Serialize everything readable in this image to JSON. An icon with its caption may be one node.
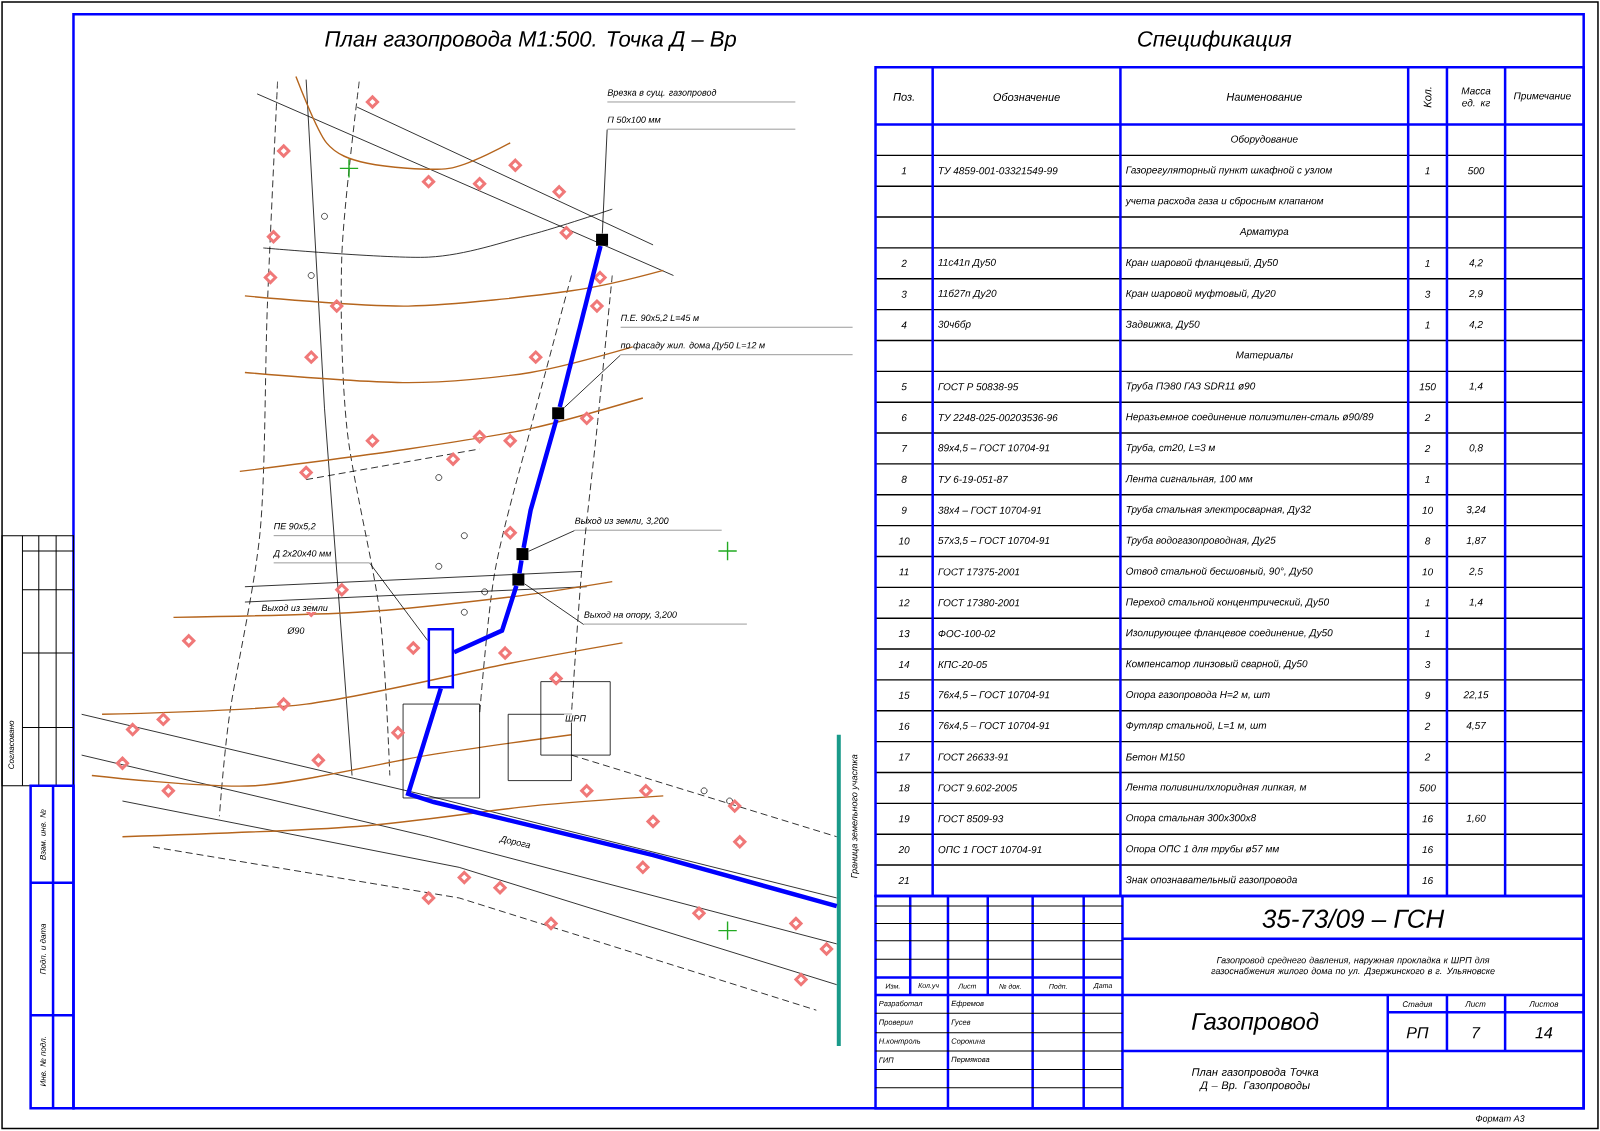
{
  "diagram": {
    "title": "План газопровода М1:500. Точка Д – Вр",
    "nodes": [
      {
        "text": [
          "Врезка в сущ. газопровод",
          "П 50х100 мм"
        ]
      },
      {
        "text": [],
        "shape": "box"
      },
      {
        "text": [
          "П.Е. 90х5,2 L=45 м",
          "по фасаду жил. дома Ду50 L=12 м"
        ]
      },
      {
        "text": [],
        "shape": "box"
      },
      {
        "text": [
          "Выход из земли, 3,200"
        ]
      },
      {
        "text": [],
        "shape": "box"
      },
      {
        "text": [
          "Выход на опору, 3,200"
        ]
      },
      {
        "text": [],
        "shape": "box"
      },
      {
        "text": [
          "ПЕ 90х5,2",
          "Д 2х20х40 мм"
        ]
      },
      {
        "text": [],
        "shape": "box"
      }
    ],
    "edges": [
      {
        "from": 0,
        "to": 1,
        "arrow": "none"
      },
      {
        "from": 2,
        "to": 3,
        "arrow": "none"
      },
      {
        "from": 4,
        "to": 5,
        "arrow": "none"
      },
      {
        "from": 6,
        "to": 7,
        "arrow": "none"
      },
      {
        "from": 8,
        "to": 9,
        "arrow": "none"
      },
      {
        "from": 1,
        "to": 3,
        "arrow": "none",
        "style": "thick",
        "color": "#0000ff"
      },
      {
        "from": 3,
        "to": 5,
        "arrow": "none",
        "style": "thick",
        "color": "#0000ff"
      },
      {
        "from": 5,
        "to": 7,
        "arrow": "none",
        "style": "thick",
        "color": "#0000ff"
      },
      {
        "from": 7,
        "to": 9,
        "arrow": "none",
        "style": "thick",
        "color": "#0000ff"
      },
      {
        "from": 9,
        "to": null,
        "arrow": "none",
        "style": "thick",
        "color": "#0000ff"
      }
    ],
    "labels": [
      "Спецификация",
      "Выход из земли",
      "Ø90",
      "ШРП",
      "Дорога",
      "Граница земельного участка",
      "Поз.",
      "Обозначение",
      "Наименование",
      "Кол.",
      "Масса ед. кг",
      "Примечание",
      "Оборудование",
      "1",
      "ТУ 4859-001-03321549-99",
      "Газорегуляторный пункт шкафной с узлом",
      "1",
      "500",
      "учета расхода газа и сбросным клапаном",
      "Арматура",
      "2",
      "11с41п Ду50",
      "Кран шаровой фланцевый, Ду50",
      "1",
      "4,2",
      "3",
      "11б27п Ду20",
      "Кран шаровой муфтовый, Ду20",
      "3",
      "2,9",
      "4",
      "30ч6бр",
      "Задвижка, Ду50",
      "1",
      "4,2",
      "Материалы",
      "5",
      "ГОСТ Р 50838-95",
      "Труба ПЭ80 ГАЗ SDR11 ø90",
      "150",
      "1,4",
      "6",
      "ТУ 2248-025-00203536-96",
      "Неразъемное соединение полиэтилен-сталь ø90/89",
      "2",
      "7",
      "89х4,5 – ГОСТ 10704-91",
      "Труба, ст20, L=3 м",
      "2",
      "0,8",
      "8",
      "ТУ 6-19-051-87",
      "Лента сигнальная, 100 мм",
      "1",
      "9",
      "38х4 – ГОСТ 10704-91",
      "Труба стальная электросварная, Ду32",
      "10",
      "3,24",
      "10",
      "57х3,5 – ГОСТ 10704-91",
      "Труба водогазопроводная, Ду25",
      "8",
      "1,87",
      "11",
      "ГОСТ 17375-2001",
      "Отвод стальной бесшовный, 90°, Ду50",
      "10",
      "2,5",
      "12",
      "ГОСТ 17380-2001",
      "Переход стальной концентрический, Ду50",
      "1",
      "1,4",
      "13",
      "ФОС-100-02",
      "Изолирующее фланцевое соединение, Ду50",
      "1",
      "14",
      "КПС-20-05",
      "Компенсатор линзовый сварной, Ду50",
      "3",
      "15",
      "76х4,5 – ГОСТ 10704-91",
      "Опора газопровода Н=2 м, шт",
      "9",
      "22,15",
      "16",
      "76х4,5 – ГОСТ 10704-91",
      "Футляр стальной, L=1 м, шт",
      "2",
      "4,57",
      "17",
      "ГОСТ 26633-91",
      "Бетон М150",
      "2",
      "18",
      "ГОСТ 9.602-2005",
      "Лента поливинилхлоридная липкая, м",
      "500",
      "19",
      "ГОСТ 8509-93",
      "Опора стальная 300х300х8",
      "16",
      "1,60",
      "20",
      "ОПС 1 ГОСТ 10704-91",
      "Опора ОПС 1 для трубы ø57 мм",
      "16",
      "21",
      "Знак опознавательный газопровода",
      "16",
      "35-73/09 – ГСН",
      "Газопровод среднего давления, наружная прокладка к ШРП для газоснабжения жилого дома по ул. Дзержинского в г. Ульяновске",
      "Изм.",
      "Кол.уч",
      "Лист",
      "№ док.",
      "Подп.",
      "Дата",
      "Разработал",
      "Ефремов",
      "Проверил",
      "Гусев",
      "Н.контроль",
      "Сорокина",
      "ГИП",
      "Пермякова",
      "Газопровод",
      "Стадия",
      "Лист",
      "Листов",
      "РП",
      "7",
      "14",
      "План газопровода Точка Д – Вр. Газопроводы",
      "Формат А3",
      "Согласовано",
      "Взам. инв. №",
      "Подп. и дата",
      "Инв. № подл."
    ]
  }
}
